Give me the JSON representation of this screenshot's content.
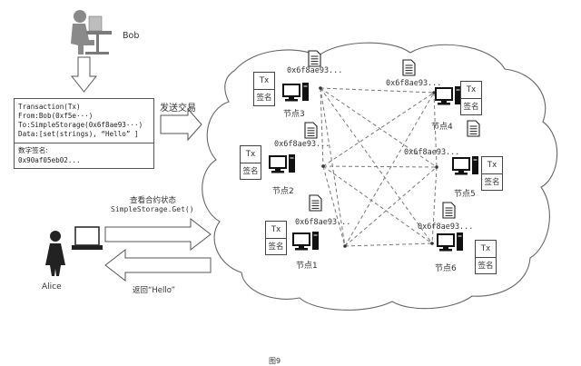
{
  "users": {
    "bob": "Bob",
    "alice": "Alice"
  },
  "transaction": {
    "line1": "Transaction(Tx)",
    "line2": "From:Bob(0xf5e···)",
    "line3": "To:SimpleStorage(0x6f8ae93···)",
    "line4": "Data:[set(strings), “Hello” ]",
    "sig_label": "数字签名:",
    "sig_value": "0x90af05eb02..."
  },
  "arrows": {
    "send": "发送交易",
    "query_title": "查看合约状态",
    "query_call": "SimpleStorage.Get()",
    "return": "返回“Hello”"
  },
  "card": {
    "tx": "Tx",
    "sig": "签名"
  },
  "hash": "0x6f8ae93...",
  "nodes": [
    {
      "id": "n3",
      "label": "节点3"
    },
    {
      "id": "n2",
      "label": "节点2"
    },
    {
      "id": "n1",
      "label": "节点1"
    },
    {
      "id": "n4",
      "label": "节点4"
    },
    {
      "id": "n5",
      "label": "节点5"
    },
    {
      "id": "n6",
      "label": "节点6"
    }
  ],
  "caption": "图9"
}
